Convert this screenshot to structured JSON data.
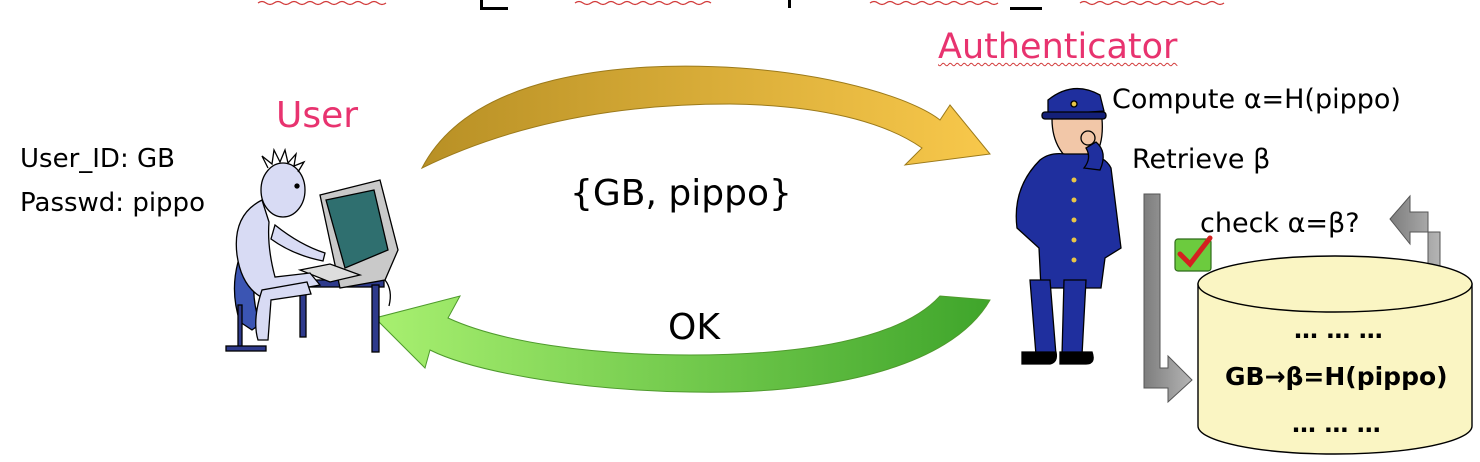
{
  "user": {
    "title": "User",
    "id_label": "User_ID: GB",
    "passwd_label": "Passwd: pippo"
  },
  "authenticator": {
    "title": "Authenticator",
    "compute": "Compute α=H(pippo)",
    "retrieve": "Retrieve β",
    "check": "check α=β?"
  },
  "messages": {
    "request": "{GB, pippo}",
    "response": "OK"
  },
  "database": {
    "row_top": "… … …",
    "entry": "GB→β=H(pippo)",
    "row_bottom": "… … …"
  },
  "colors": {
    "title_pink": "#E8336F",
    "request_arrow": "#E7B23A",
    "response_arrow": "#78D83A",
    "db_fill": "#FAF5C3",
    "guard_uniform": "#1F2F9E",
    "flow_arrow_gray": "#9A9A9A"
  },
  "icons": [
    "user-at-computer-icon",
    "guard-icon",
    "check-mark-icon",
    "database-cylinder-icon"
  ]
}
